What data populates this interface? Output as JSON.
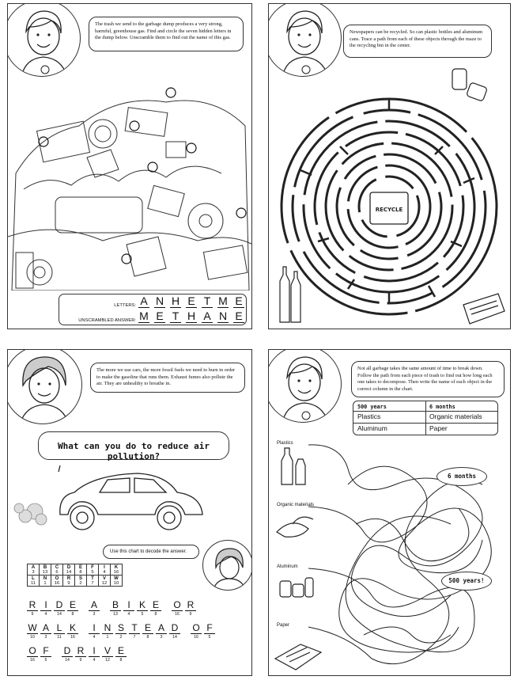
{
  "panel_garbage_dump": {
    "instruction": "The trash we send to the garbage dump produces a very strong, harmful, greenhouse gas. Find and circle the seven hidden letters in the dump below. Unscramble them to find out the name of this gas.",
    "letters_label": "LETTERS:",
    "letters": [
      "A",
      "N",
      "H",
      "E",
      "T",
      "M",
      "E"
    ],
    "answer_label": "UNSCRAMBLED ANSWER:",
    "answer": [
      "M",
      "E",
      "T",
      "H",
      "A",
      "N",
      "E"
    ]
  },
  "panel_recycling_maze": {
    "instruction": "Newspapers can be recycled. So can plastic bottles and aluminum cans. Trace a path from each of these objects through the maze to the recycling bin in the center.",
    "bin_label": "RECYCLE"
  },
  "panel_air_pollution": {
    "instruction": "The more we use cars, the more fossil fuels we need to burn in order to make the gasoline that runs them. Exhaust fumes also pollute the air. They are unhealthy to breathe in.",
    "question": "What can you do to reduce air pollution?",
    "chart_hint": "Use this chart to decode the answer.",
    "code_chart": {
      "row1": [
        {
          "letter": "A",
          "number": "3"
        },
        {
          "letter": "B",
          "number": "13"
        },
        {
          "letter": "C",
          "number": "6"
        },
        {
          "letter": "D",
          "number": "14"
        },
        {
          "letter": "E",
          "number": "8"
        },
        {
          "letter": "F",
          "number": "5"
        },
        {
          "letter": "I",
          "number": "4"
        },
        {
          "letter": "K",
          "number": "16"
        }
      ],
      "row2": [
        {
          "letter": "L",
          "number": "11"
        },
        {
          "letter": "N",
          "number": "1"
        },
        {
          "letter": "O",
          "number": "16"
        },
        {
          "letter": "R",
          "number": "9"
        },
        {
          "letter": "S",
          "number": "2"
        },
        {
          "letter": "T",
          "number": "7"
        },
        {
          "letter": "V",
          "number": "12"
        },
        {
          "letter": "W",
          "number": "10"
        }
      ]
    },
    "decoded_lines": [
      [
        {
          "ch": "R",
          "n": "9"
        },
        {
          "ch": "I",
          "n": "4"
        },
        {
          "ch": "D",
          "n": "14"
        },
        {
          "ch": "E",
          "n": "8"
        },
        null,
        {
          "ch": "A",
          "n": "3"
        },
        null,
        {
          "ch": "B",
          "n": "13"
        },
        {
          "ch": "I",
          "n": "4"
        },
        {
          "ch": "K",
          "n": "5"
        },
        {
          "ch": "E",
          "n": "8"
        },
        null,
        {
          "ch": "O",
          "n": "16"
        },
        {
          "ch": "R",
          "n": "9"
        }
      ],
      [
        {
          "ch": "W",
          "n": "10"
        },
        {
          "ch": "A",
          "n": "3"
        },
        {
          "ch": "L",
          "n": "11"
        },
        {
          "ch": "K",
          "n": "16"
        },
        null,
        {
          "ch": "I",
          "n": "4"
        },
        {
          "ch": "N",
          "n": "1"
        },
        {
          "ch": "S",
          "n": "2"
        },
        {
          "ch": "T",
          "n": "7"
        },
        {
          "ch": "E",
          "n": "8"
        },
        {
          "ch": "A",
          "n": "3"
        },
        {
          "ch": "D",
          "n": "14"
        },
        null,
        {
          "ch": "O",
          "n": "16"
        },
        {
          "ch": "F",
          "n": "5"
        }
      ],
      [
        {
          "ch": "O",
          "n": "16"
        },
        {
          "ch": "F",
          "n": "5"
        },
        null,
        {
          "ch": "D",
          "n": "14"
        },
        {
          "ch": "R",
          "n": "9"
        },
        {
          "ch": "I",
          "n": "4"
        },
        {
          "ch": "V",
          "n": "12"
        },
        {
          "ch": "E",
          "n": "8"
        }
      ]
    ]
  },
  "panel_decompose": {
    "instruction": "Not all garbage takes the same amount of time to break down. Follow the path from each piece of trash to find out how long each one takes to decompose. Then write the name of each object in the correct column in the chart.",
    "chart": {
      "col1_header": "500 years",
      "col2_header": "6 months",
      "col1_values": [
        "Plastics",
        "Aluminum"
      ],
      "col2_values": [
        "Organic materials",
        "Paper"
      ]
    },
    "items": [
      "Plastics",
      "Organic materials",
      "Aluminum",
      "Paper"
    ],
    "tags": [
      "6 months",
      "500 years!"
    ]
  }
}
